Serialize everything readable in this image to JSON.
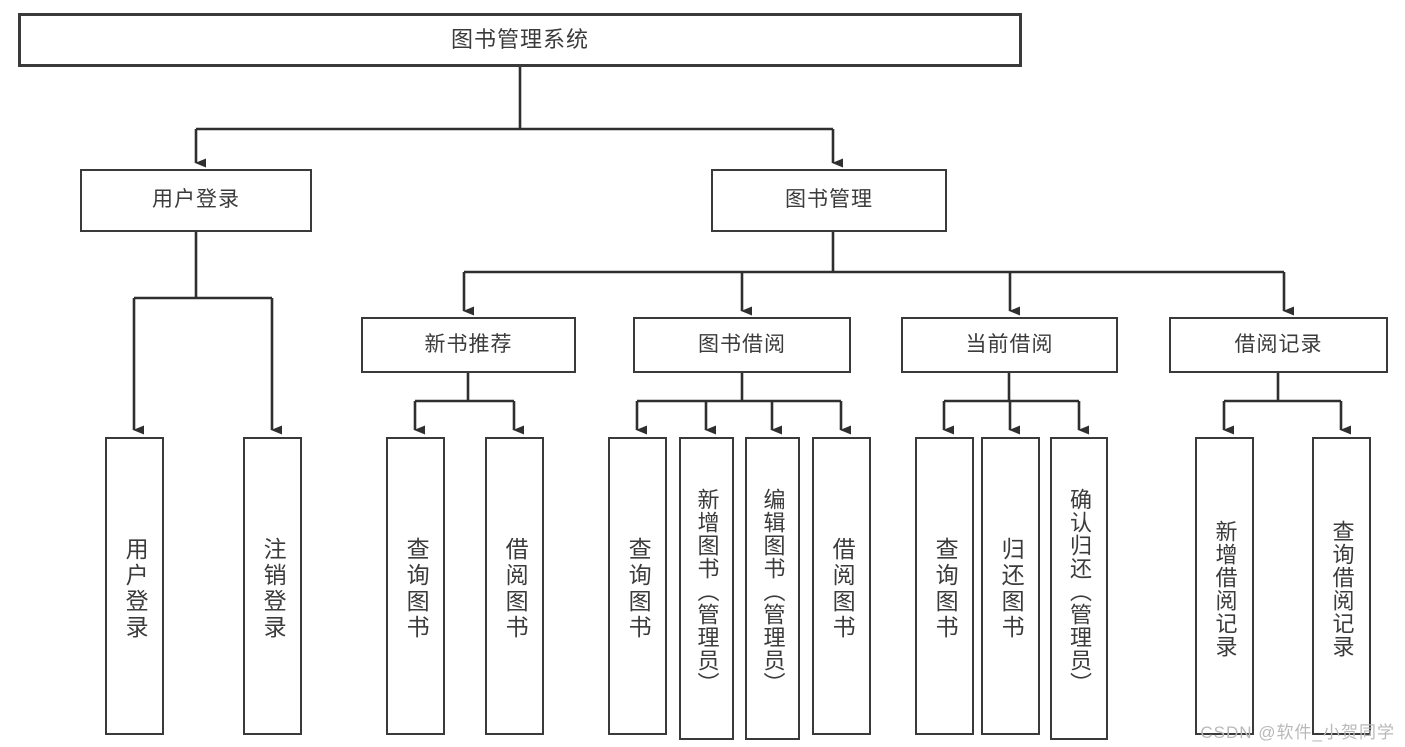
{
  "diagram": {
    "title": "图书管理系统",
    "type": "tree",
    "watermark": "CSDN @软件_小贺同学",
    "colors": {
      "box_border": "#3a3a3a",
      "box_fill": "#ffffff",
      "connector": "#2f2f2f",
      "text": "#3b3b3b",
      "watermark": "#b9b9b9",
      "background": "#ffffff"
    },
    "nodes": {
      "root": {
        "label": "图书管理系统"
      },
      "level2": [
        {
          "label": "用户登录"
        },
        {
          "label": "图书管理"
        }
      ],
      "level3": [
        {
          "label": "新书推荐"
        },
        {
          "label": "图书借阅"
        },
        {
          "label": "当前借阅"
        },
        {
          "label": "借阅记录"
        }
      ],
      "leaves": {
        "user_login": [
          {
            "label": "用户登录"
          },
          {
            "label": "注销登录"
          }
        ],
        "new_book_recommend": [
          {
            "label": "查询图书"
          },
          {
            "label": "借阅图书"
          }
        ],
        "book_borrow": [
          {
            "label": "查询图书"
          },
          {
            "label": "新增图书（管理员）"
          },
          {
            "label": "编辑图书（管理员）"
          },
          {
            "label": "借阅图书"
          }
        ],
        "current_borrow": [
          {
            "label": "查询图书"
          },
          {
            "label": "归还图书"
          },
          {
            "label": "确认归还（管理员）"
          }
        ],
        "borrow_record": [
          {
            "label": "新增借阅记录"
          },
          {
            "label": "查询借阅记录"
          }
        ]
      }
    }
  }
}
